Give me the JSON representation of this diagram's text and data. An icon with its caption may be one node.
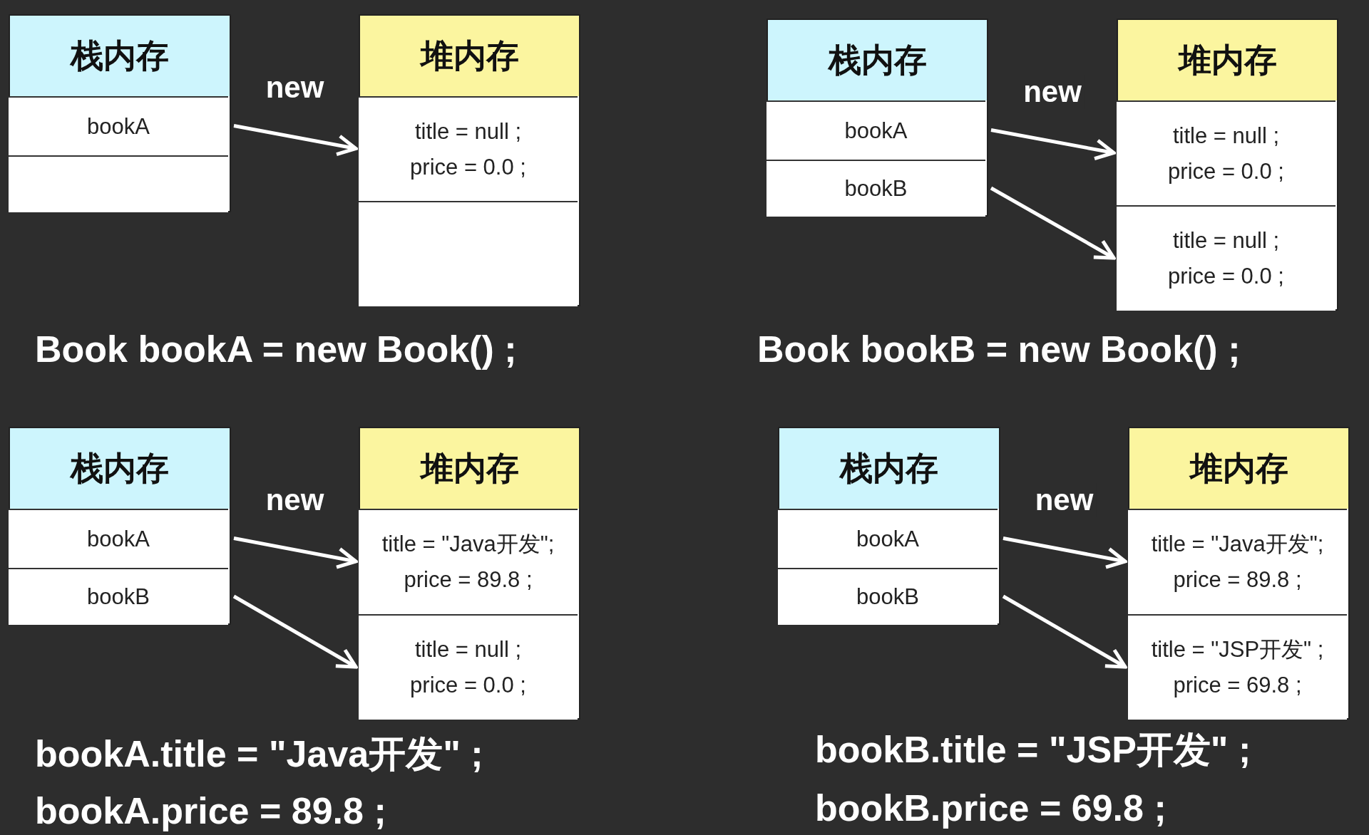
{
  "diagram": {
    "nodes": [
      {
        "text": [
          "栈内存"
        ]
      },
      {
        "text": [
          "bookA"
        ],
        "in": 0
      },
      {
        "text": [],
        "shape": "box",
        "in": 0
      },
      {
        "text": [
          "堆内存"
        ]
      },
      {
        "text": [
          "title = null ;",
          "price = 0.0 ;"
        ],
        "in": 3
      },
      {
        "text": [],
        "shape": "box",
        "in": 3
      },
      {
        "text": [
          "栈内存"
        ]
      },
      {
        "text": [
          "bookA"
        ],
        "in": 6
      },
      {
        "text": [
          "bookB"
        ],
        "in": 6
      },
      {
        "text": [
          "堆内存"
        ]
      },
      {
        "text": [
          "title = null ;",
          "price = 0.0 ;"
        ],
        "in": 9
      },
      {
        "text": [
          "title = null ;",
          "price = 0.0 ;"
        ],
        "in": 9
      },
      {
        "text": [
          "栈内存"
        ]
      },
      {
        "text": [
          "bookA"
        ],
        "in": 12
      },
      {
        "text": [
          "bookB"
        ],
        "in": 12
      },
      {
        "text": [
          "堆内存"
        ]
      },
      {
        "text": [
          "title = \"Java开发\";",
          "price = 89.8 ;"
        ],
        "in": 15
      },
      {
        "text": [
          "title = null ;",
          "price = 0.0 ;"
        ],
        "in": 15
      },
      {
        "text": [
          "栈内存"
        ]
      },
      {
        "text": [
          "bookA"
        ],
        "in": 18
      },
      {
        "text": [
          "bookB"
        ],
        "in": 18
      },
      {
        "text": [
          "堆内存"
        ]
      },
      {
        "text": [
          "title = \"Java开发\";",
          "price = 89.8 ;"
        ],
        "in": 21
      },
      {
        "text": [
          "title = \"JSP开发\" ;",
          "price = 69.8 ;"
        ],
        "in": 21
      }
    ],
    "edges": [
      {
        "from": 1,
        "to": 4,
        "arrow": "to",
        "label": "new"
      },
      {
        "from": 7,
        "to": 10,
        "arrow": "to",
        "label": "new"
      },
      {
        "from": 8,
        "to": 11,
        "arrow": "to"
      },
      {
        "from": 13,
        "to": 16,
        "arrow": "to",
        "label": "new"
      },
      {
        "from": 14,
        "to": 17,
        "arrow": "to"
      },
      {
        "from": 19,
        "to": 22,
        "arrow": "to",
        "label": "new"
      },
      {
        "from": 20,
        "to": 23,
        "arrow": "to"
      }
    ],
    "labels": [
      "Book bookA = new Book() ;",
      "Book bookB = new Book() ;",
      "bookA.title = \"Java开发\" ;",
      "bookB.title = \"JSP开发\" ;",
      "bookA.price = 89.8 ;",
      "bookB.price = 69.8 ;"
    ]
  }
}
